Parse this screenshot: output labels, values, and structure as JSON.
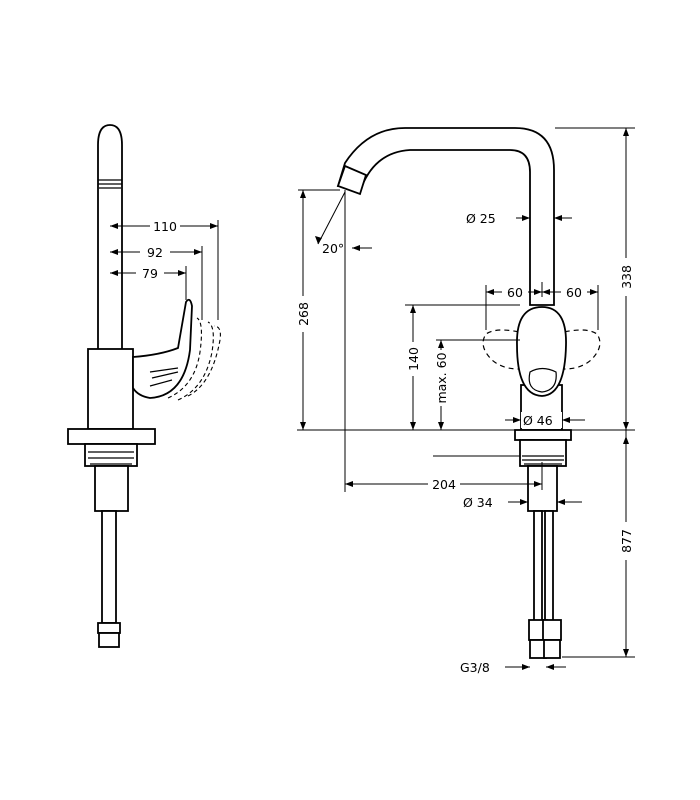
{
  "dimensions": {
    "side_110": "110",
    "side_92": "92",
    "side_79": "79",
    "spout_dia": "Ø 25",
    "handle_left_60": "60",
    "handle_right_60": "60",
    "angle_20": "20°",
    "height_268": "268",
    "height_140": "140",
    "height_max60": "max. 60",
    "base_dia": "Ø 46",
    "reach_204": "204",
    "shank_dia": "Ø 34",
    "total_338": "338",
    "hose_877": "877",
    "thread_g38": "G3/8"
  }
}
